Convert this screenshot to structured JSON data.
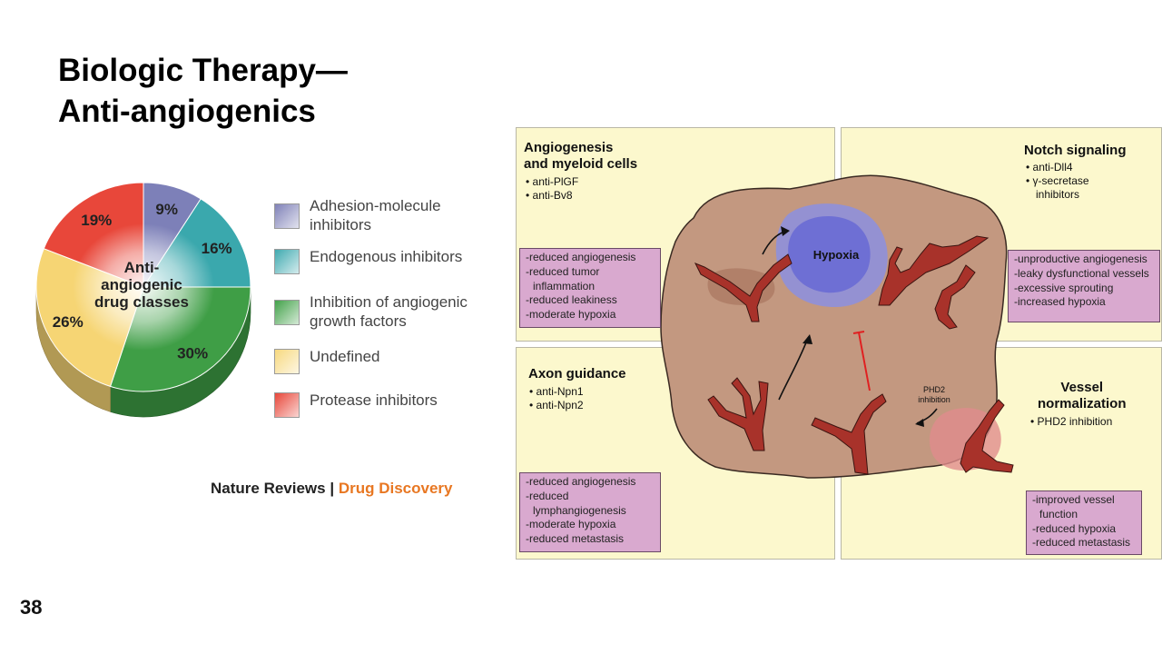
{
  "title": {
    "line1": "Biologic Therapy—",
    "line2": "Anti-angiogenics"
  },
  "slide_number": "38",
  "chart_data": {
    "type": "pie",
    "title": "",
    "center_label": [
      "Anti-",
      "angiogenic",
      "drug classes"
    ],
    "slices": [
      {
        "name": "Adhesion-molecule inhibitors",
        "value": 9,
        "label": "9%",
        "color": "#7d80b8"
      },
      {
        "name": "Endogenous inhibitors",
        "value": 16,
        "label": "16%",
        "color": "#3aa8ad"
      },
      {
        "name": "Inhibition of angiogenic growth factors",
        "value": 30,
        "label": "30%",
        "color": "#3f9e46"
      },
      {
        "name": "Undefined",
        "value": 26,
        "label": "26%",
        "color": "#f6d574"
      },
      {
        "name": "Protease inhibitors",
        "value": 19,
        "label": "19%",
        "color": "#e8473a"
      }
    ],
    "legend_placement": "right"
  },
  "legend": [
    {
      "label": "Adhesion-molecule inhibitors",
      "color": "#8082b8"
    },
    {
      "label": "Endogenous inhibitors",
      "color": "#40aab0"
    },
    {
      "label": "Inhibition of angiogenic growth factors",
      "color": "#43a24a"
    },
    {
      "label": "Undefined",
      "color": "#f7d980"
    },
    {
      "label": "Protease inhibitors",
      "color": "#e8473a"
    }
  ],
  "credit": {
    "journal": "Nature Reviews |",
    "section": "Drug Discovery"
  },
  "diagram": {
    "panels": {
      "top_left": {
        "title": [
          "Angiogenesis",
          "and myeloid cells"
        ],
        "bullets": [
          "anti-PlGF",
          "anti-Bv8"
        ],
        "effects": [
          "-reduced angiogenesis",
          "-reduced tumor",
          " inflammation",
          "-reduced leakiness",
          "-moderate hypoxia"
        ]
      },
      "top_right": {
        "title": [
          "Notch signaling"
        ],
        "bullets": [
          "anti-Dll4",
          "γ-secretase"
        ],
        "bullet_cont": "inhibitors",
        "effects": [
          "-unproductive angiogenesis",
          "-leaky dysfunctional vessels",
          "-excessive sprouting",
          "-increased hypoxia"
        ]
      },
      "bottom_left": {
        "title": [
          "Axon guidance"
        ],
        "bullets": [
          "anti-Npn1",
          "anti-Npn2"
        ],
        "effects": [
          "-reduced angiogenesis",
          "-reduced",
          " lymphangiogenesis",
          "-moderate hypoxia",
          "-reduced metastasis"
        ]
      },
      "bottom_right": {
        "title": [
          "Vessel",
          "normalization"
        ],
        "bullets": [
          "PHD2 inhibition"
        ],
        "effects": [
          "-improved vessel",
          " function",
          "-reduced hypoxia",
          "-reduced metastasis"
        ]
      }
    },
    "hypoxia_label": "Hypoxia",
    "phd2_label": [
      "PHD2",
      "inhibition"
    ],
    "colors": {
      "panel": "#fcf8cd",
      "effects_box": "#d9a9cf",
      "tissue": "#c39880",
      "vessel": "#a8322a",
      "hypoxia": "#8c8fe0",
      "inhibition_bar": "#e02020"
    }
  }
}
